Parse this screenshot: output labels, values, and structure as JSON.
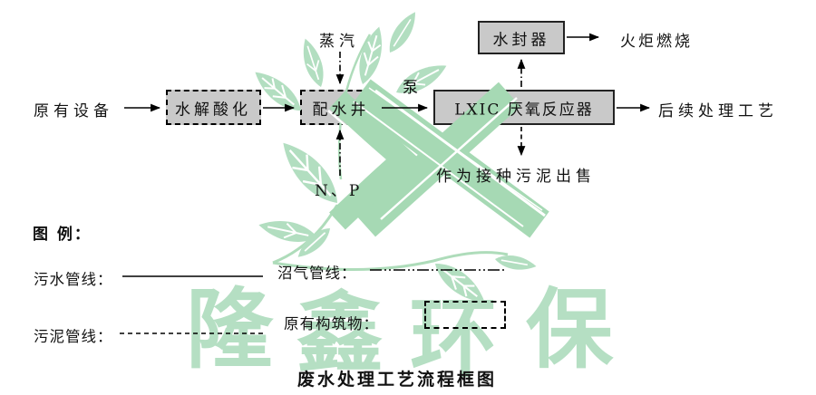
{
  "title": "废水处理工艺流程框图",
  "watermark": {
    "chars": [
      "隆",
      "鑫",
      "环",
      "保"
    ],
    "logo": "leaf-branch-chevron-x",
    "color": "#b5dfc3"
  },
  "flow": {
    "source": "原有设备",
    "hydrolysis": "水解酸化",
    "distribution": "配水井",
    "steam": "蒸汽",
    "np": "N、P",
    "pump": "泵",
    "reactor": "LXIC 厌氧反应器",
    "followup": "后续处理工艺",
    "seal": "水封器",
    "torch": "火炬燃烧",
    "sludge_out": "作为接种污泥出售"
  },
  "legend": {
    "heading": "图 例：",
    "sewage": "污水管线：",
    "biogas": "沼气管线：",
    "sludge": "污泥管线：",
    "structure": "原有构筑物："
  },
  "colors": {
    "box_fill": "#c9c9c9",
    "line": "#000000",
    "watermark_green": "#aedcba"
  }
}
